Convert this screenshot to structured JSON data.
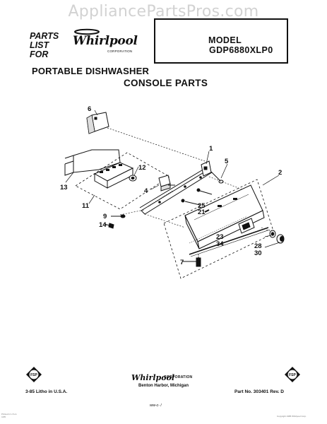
{
  "watermark": "AppliancePartsPros.com",
  "header": {
    "parts_list_lines": [
      "PARTS",
      "LIST",
      "FOR"
    ],
    "brand": "Whirlpool",
    "brand_sub": "CORPORATION",
    "product": "PORTABLE DISHWASHER",
    "model_label": "MODEL",
    "model_number": "GDP6880XLP0"
  },
  "section_title": "CONSOLE PARTS",
  "callouts": [
    "6",
    "1",
    "5",
    "12",
    "2",
    "13",
    "4",
    "11",
    "25",
    "21",
    "9",
    "14",
    "23",
    "34",
    "28",
    "30",
    "7"
  ],
  "footer": {
    "fsp_badge": "FSP",
    "brand": "Whirlpool",
    "brand_sub": "CORPORATION",
    "city": "Benton Harbor, Michigan",
    "print_note": "3-85  Litho in U.S.A.",
    "part_number": "Part No. 303401  Rev. D",
    "scribble": "ww-c- /",
    "fine_left": [
      "Printed in U.S.A.",
      "3-85"
    ],
    "fine_right": [
      "Copyright 1985 Whirlpool Corp."
    ]
  }
}
